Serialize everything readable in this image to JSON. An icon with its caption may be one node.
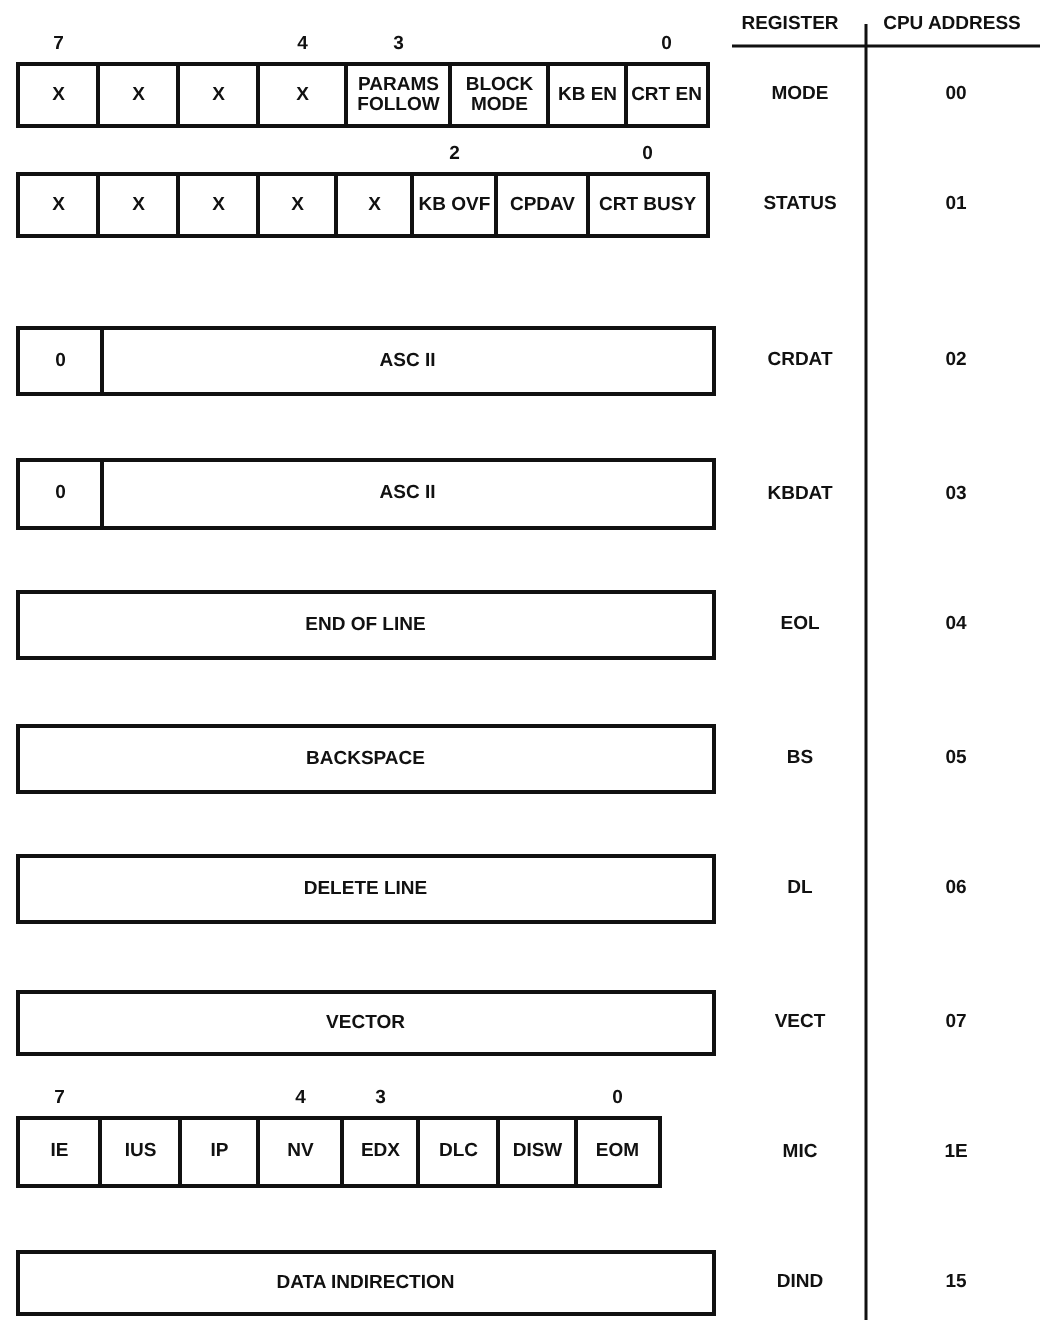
{
  "diagram": {
    "nodes": [
      {
        "text": [
          "X"
        ],
        "beside": [
          "7"
        ]
      },
      {
        "text": [
          "X"
        ]
      },
      {
        "text": [
          "X"
        ]
      },
      {
        "text": [
          "X"
        ],
        "beside": [
          "4"
        ]
      },
      {
        "text": [
          "PARAMS FOLLOW"
        ],
        "beside": [
          "3"
        ]
      },
      {
        "text": [
          "BLOCK MODE"
        ]
      },
      {
        "text": [
          "KB EN"
        ]
      },
      {
        "text": [
          "CRT EN"
        ],
        "beside": [
          "0"
        ]
      },
      {
        "text": [
          "X"
        ]
      },
      {
        "text": [
          "X"
        ]
      },
      {
        "text": [
          "X"
        ]
      },
      {
        "text": [
          "X"
        ]
      },
      {
        "text": [
          "X"
        ]
      },
      {
        "text": [
          "KB OVF"
        ],
        "beside": [
          "2"
        ]
      },
      {
        "text": [
          "CPDAV"
        ]
      },
      {
        "text": [
          "CRT BUSY"
        ],
        "beside": [
          "0"
        ]
      },
      {
        "text": [
          "0"
        ]
      },
      {
        "text": [
          "ASC II"
        ]
      },
      {
        "text": [
          "0"
        ]
      },
      {
        "text": [
          "ASC II"
        ]
      },
      {
        "text": [
          "END OF LINE"
        ]
      },
      {
        "text": [
          "BACKSPACE"
        ]
      },
      {
        "text": [
          "DELETE LINE"
        ]
      },
      {
        "text": [
          "VECTOR"
        ]
      },
      {
        "text": [
          "IE"
        ],
        "beside": [
          "7"
        ]
      },
      {
        "text": [
          "IUS"
        ]
      },
      {
        "text": [
          "IP"
        ]
      },
      {
        "text": [
          "NV"
        ],
        "beside": [
          "4"
        ]
      },
      {
        "text": [
          "EDX"
        ],
        "beside": [
          "3"
        ]
      },
      {
        "text": [
          "DLC"
        ]
      },
      {
        "text": [
          "DISW"
        ]
      },
      {
        "text": [
          "EOM"
        ],
        "beside": [
          "0"
        ]
      },
      {
        "text": [
          "DATA INDIRECTION"
        ]
      }
    ],
    "labels": [
      "REGISTER",
      "CPU ADDRESS",
      "MODE",
      "00",
      "STATUS",
      "01",
      "CRDAT",
      "02",
      "KBDAT",
      "03",
      "EOL",
      "04",
      "BS",
      "05",
      "DL",
      "06",
      "VECT",
      "07",
      "MIC",
      "1E",
      "DIND",
      "15"
    ]
  }
}
